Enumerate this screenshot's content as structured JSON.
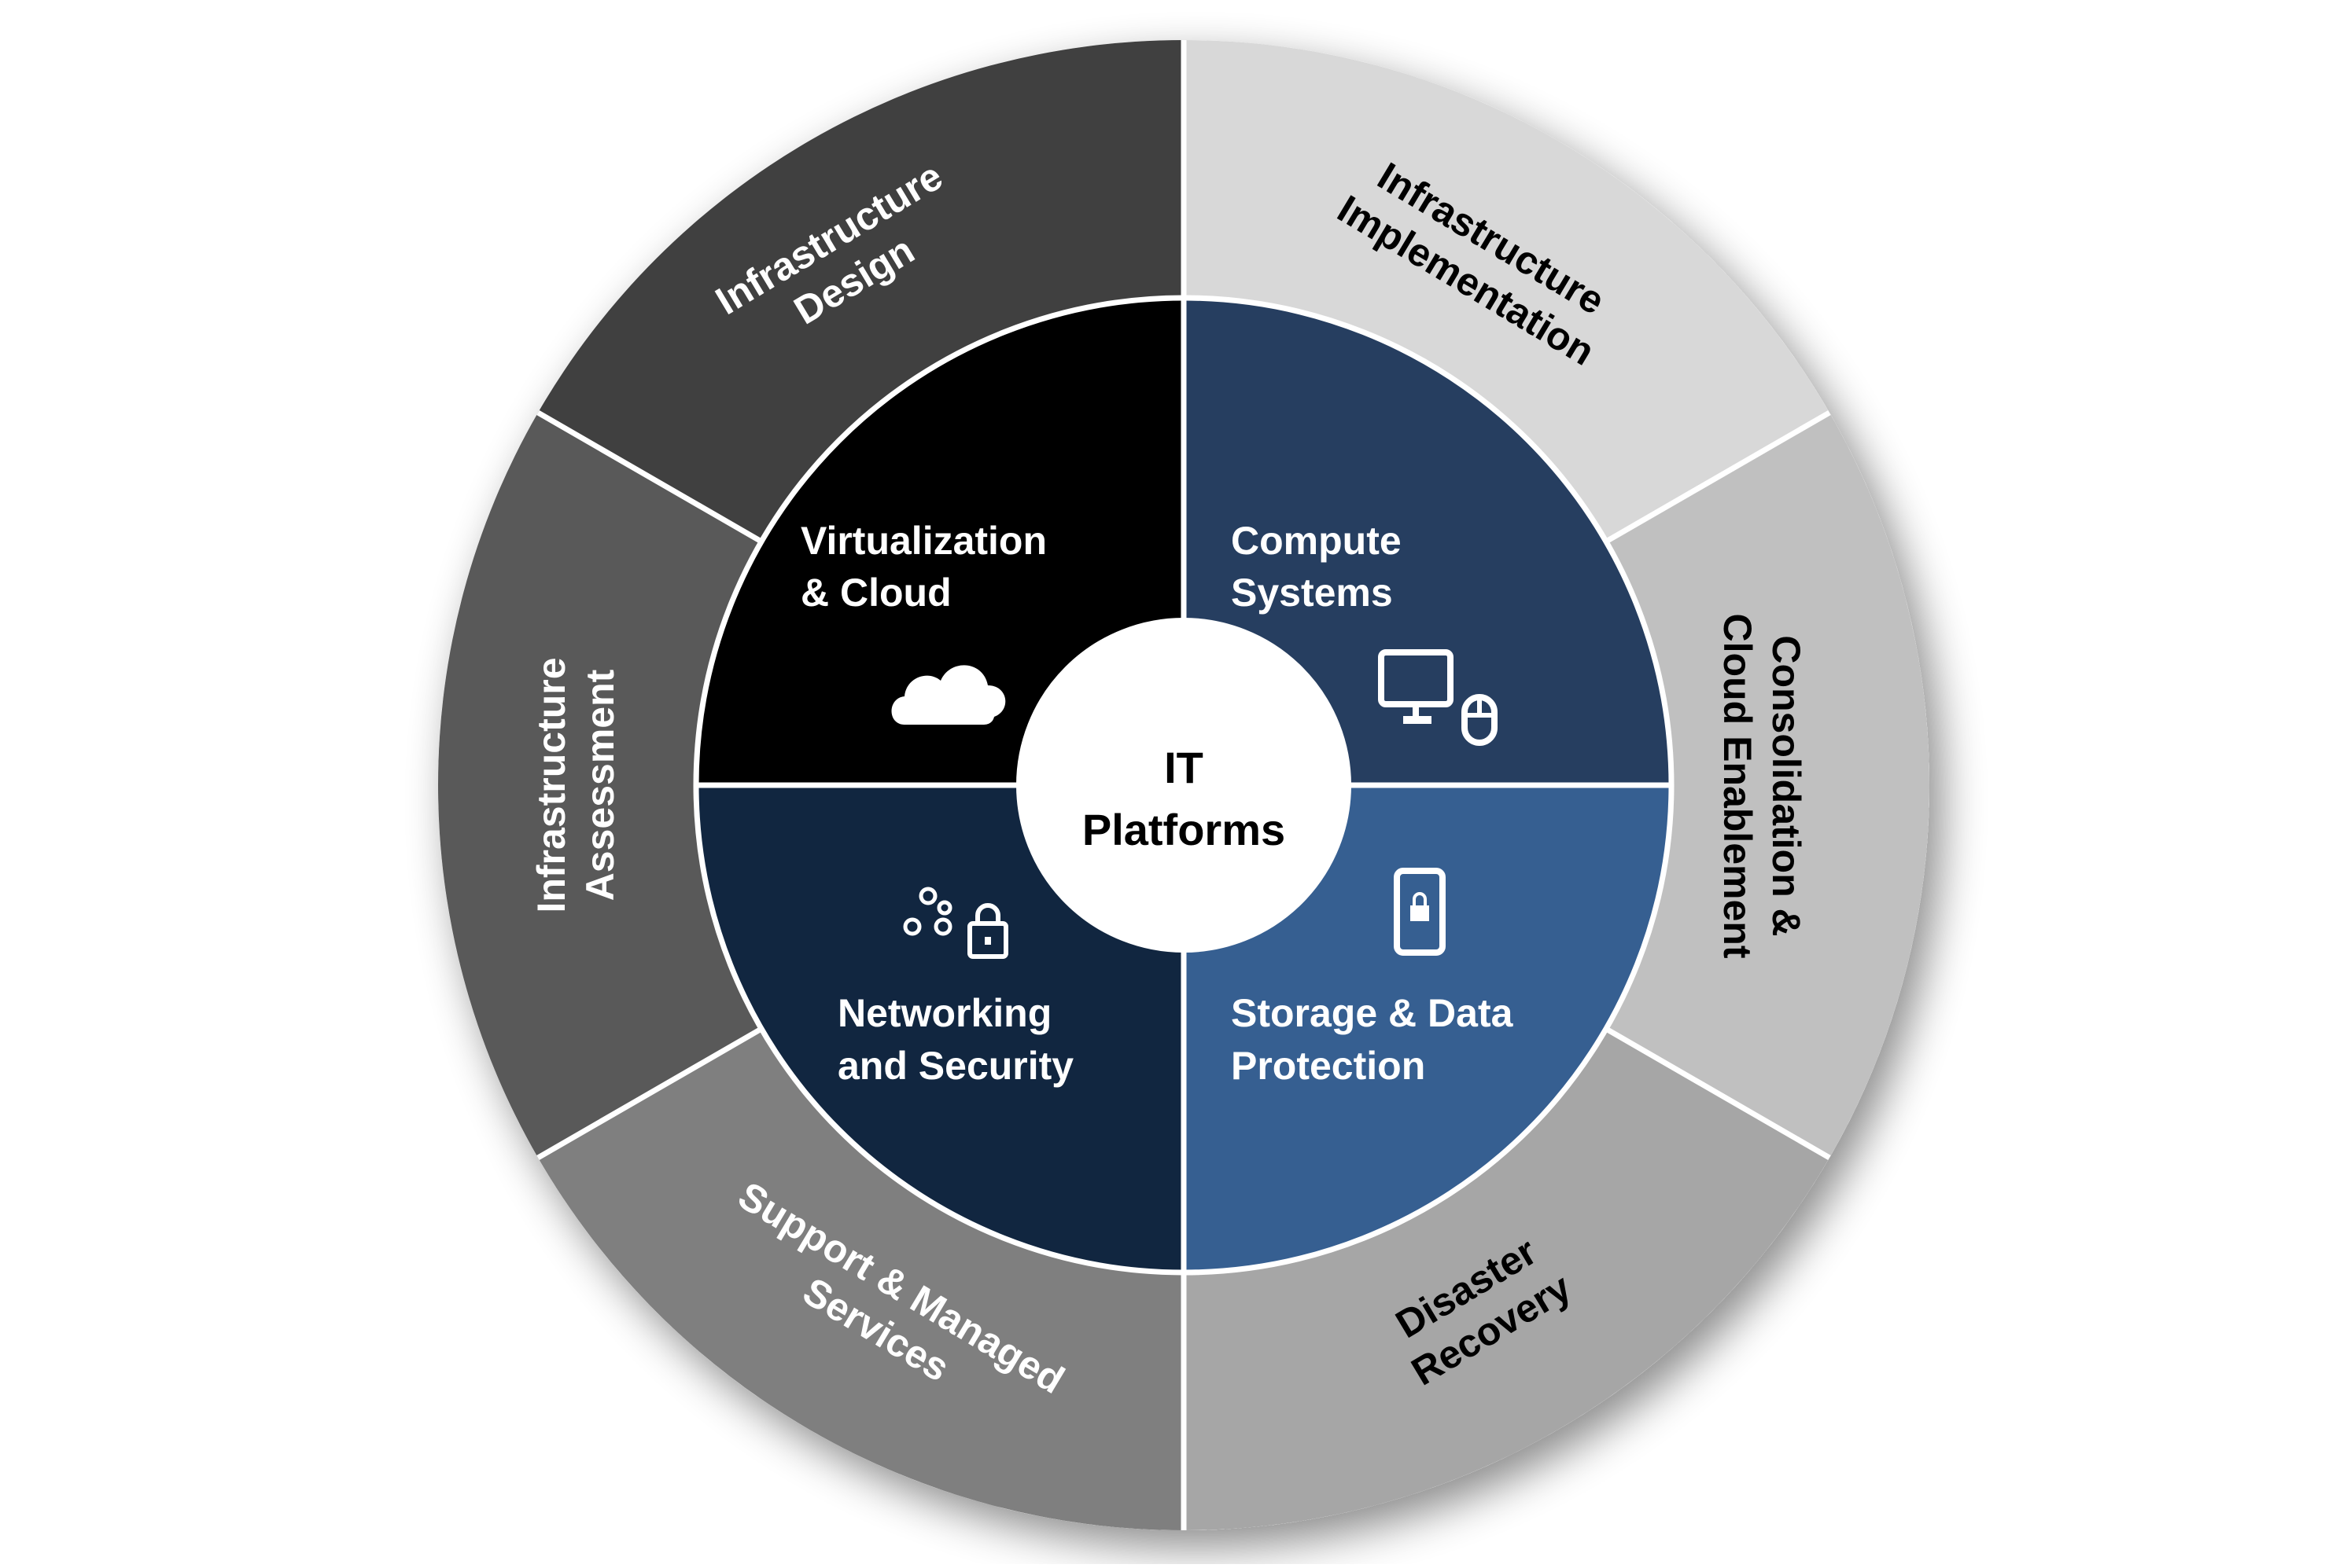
{
  "center": {
    "line1": "IT",
    "line2": "Platforms",
    "fill": "#ffffff",
    "text_color": "#000000"
  },
  "inner_quadrants": [
    {
      "id": "virtualization",
      "line1": "Virtualization",
      "line2": "& Cloud",
      "icon": "cloud-icon",
      "fill": "#000000"
    },
    {
      "id": "compute",
      "line1": "Compute",
      "line2": "Systems",
      "icon": "computer-mouse-icon",
      "fill": "#263e60"
    },
    {
      "id": "storage",
      "line1": "Storage & Data",
      "line2": "Protection",
      "icon": "tablet-lock-icon",
      "fill": "#365f91"
    },
    {
      "id": "networking",
      "line1": "Networking",
      "line2": "and Security",
      "icon": "network-lock-icon",
      "fill": "#112640"
    }
  ],
  "outer_segments": [
    {
      "id": "infrastructure-implementation",
      "line1": "Infrastructure",
      "line2": "Implementation",
      "fill": "#d8d8d8",
      "text_color": "#000000"
    },
    {
      "id": "consolidation",
      "line1": "Consolidation &",
      "line2": "Cloud Enablement",
      "fill": "#c0c0c0",
      "text_color": "#000000"
    },
    {
      "id": "disaster-recovery",
      "line1": "Disaster",
      "line2": "Recovery",
      "fill": "#a6a6a6",
      "text_color": "#000000"
    },
    {
      "id": "support",
      "line1": "Support & Managed",
      "line2": "Services",
      "fill": "#7f7f7f",
      "text_color": "#ffffff"
    },
    {
      "id": "infrastructure-assessment",
      "line1": "Infrastructure",
      "line2": "Assessment",
      "fill": "#595959",
      "text_color": "#ffffff"
    },
    {
      "id": "infrastructure-design",
      "line1": "Infrastructure",
      "line2": "Design",
      "fill": "#404040",
      "text_color": "#ffffff"
    }
  ],
  "divider_color": "#ffffff"
}
